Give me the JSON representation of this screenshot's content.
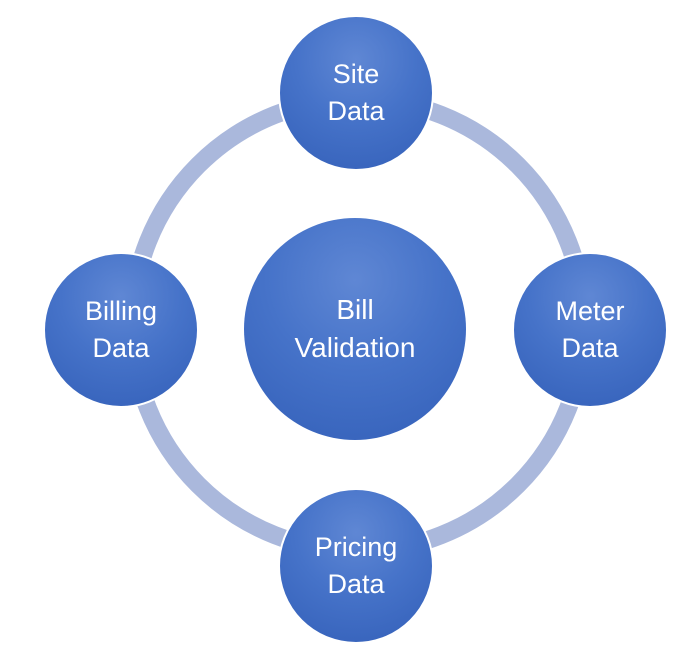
{
  "diagram": {
    "center": {
      "label": "Bill\nValidation"
    },
    "nodes": {
      "top": {
        "label": "Site\nData"
      },
      "right": {
        "label": "Meter\nData"
      },
      "bottom": {
        "label": "Pricing\nData"
      },
      "left": {
        "label": "Billing\nData"
      }
    },
    "colors": {
      "node_fill": "#4673c9",
      "ring": "#aab8dc",
      "text": "#ffffff"
    }
  }
}
